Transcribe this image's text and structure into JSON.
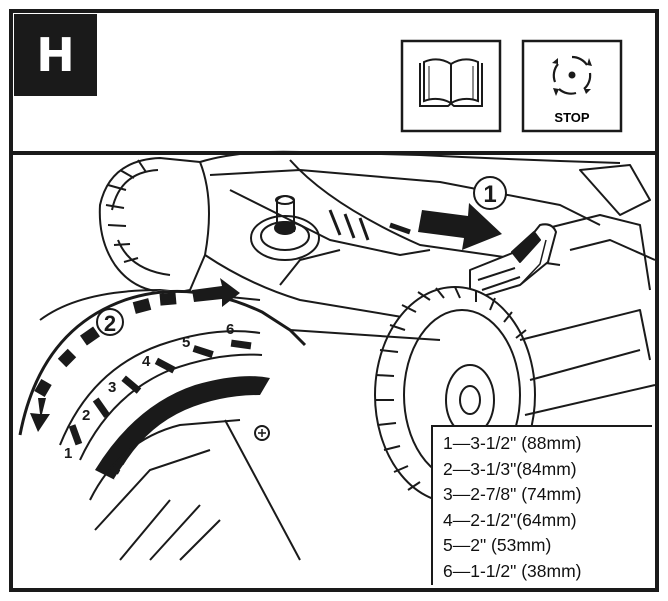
{
  "step_letter": "H",
  "icons": [
    {
      "name": "read-manual-icon",
      "label": ""
    },
    {
      "name": "stop-blade-icon",
      "label": "STOP"
    }
  ],
  "callouts": [
    "1",
    "2"
  ],
  "scale_numbers": [
    "1",
    "2",
    "3",
    "4",
    "5",
    "6"
  ],
  "legend": [
    "1—3-1/2\" (88mm)",
    "2—3-1/3\"(84mm)",
    "3—2-7/8\" (74mm)",
    "4—2-1/2\"(64mm)",
    "5—2\" (53mm)",
    "6—1-1/2\" (38mm)"
  ]
}
